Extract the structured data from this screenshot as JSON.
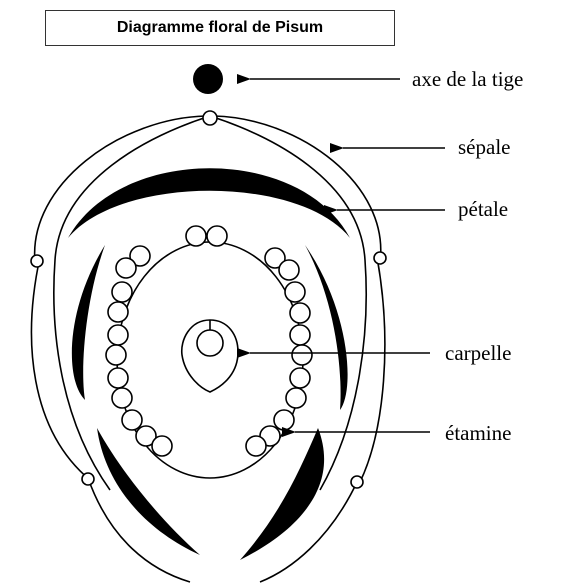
{
  "title": "Diagramme floral de Pisum",
  "labels": {
    "stem_axis": "axe de la tige",
    "sepal": "sépale",
    "petal": "pétale",
    "carpel": "carpelle",
    "stamen": "étamine"
  },
  "colors": {
    "ink": "#000000",
    "background": "#ffffff"
  }
}
